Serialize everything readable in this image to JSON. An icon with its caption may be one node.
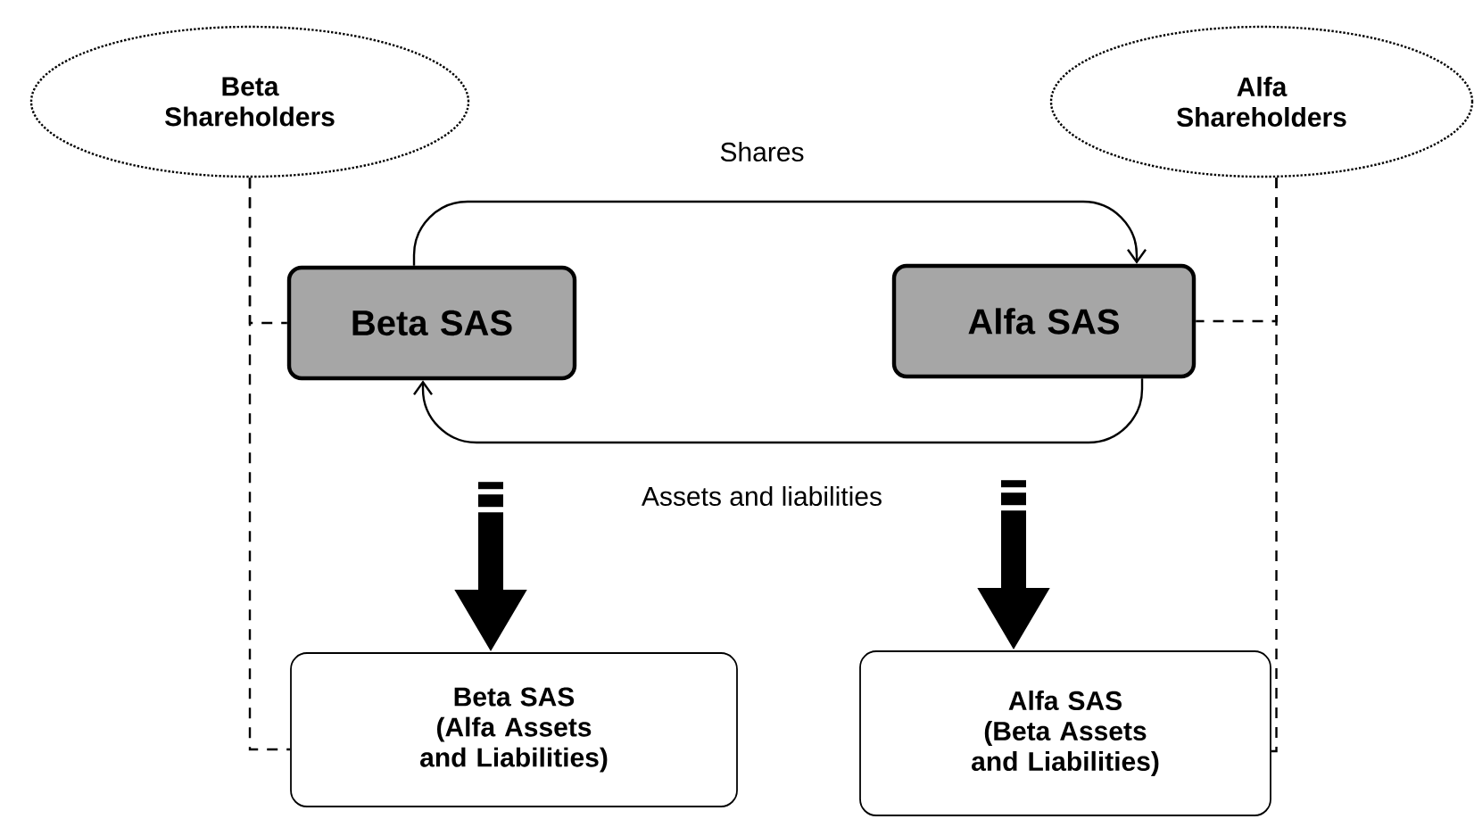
{
  "diagram": {
    "nodes": [
      {
        "text": [
          "Beta Shareholders"
        ]
      },
      {
        "text": [
          "Alfa Shareholders"
        ]
      },
      {
        "text": [
          "Beta SAS"
        ]
      },
      {
        "text": [
          "Alfa SAS"
        ]
      },
      {
        "text": [
          "Beta SAS",
          "(Alfa Assets and Liabilities)"
        ]
      },
      {
        "text": [
          "Alfa SAS",
          "(Beta Assets and Liabilities)"
        ]
      }
    ],
    "edges": [
      {
        "from": 2,
        "to": 3,
        "arrow": "to",
        "label": "Shares"
      },
      {
        "from": 3,
        "to": 2,
        "arrow": "to",
        "label": "Assets and liabilities"
      },
      {
        "from": 2,
        "to": 4,
        "arrow": "to",
        "style": "thick"
      },
      {
        "from": 3,
        "to": 5,
        "arrow": "to",
        "style": "thick"
      },
      {
        "from": 0,
        "to": 2,
        "arrow": "none",
        "style": "dashed"
      },
      {
        "from": 0,
        "to": 4,
        "arrow": "none",
        "style": "dashed"
      },
      {
        "from": 1,
        "to": 3,
        "arrow": "none",
        "style": "dashed"
      },
      {
        "from": 1,
        "to": 5,
        "arrow": "none",
        "style": "dashed"
      }
    ]
  }
}
